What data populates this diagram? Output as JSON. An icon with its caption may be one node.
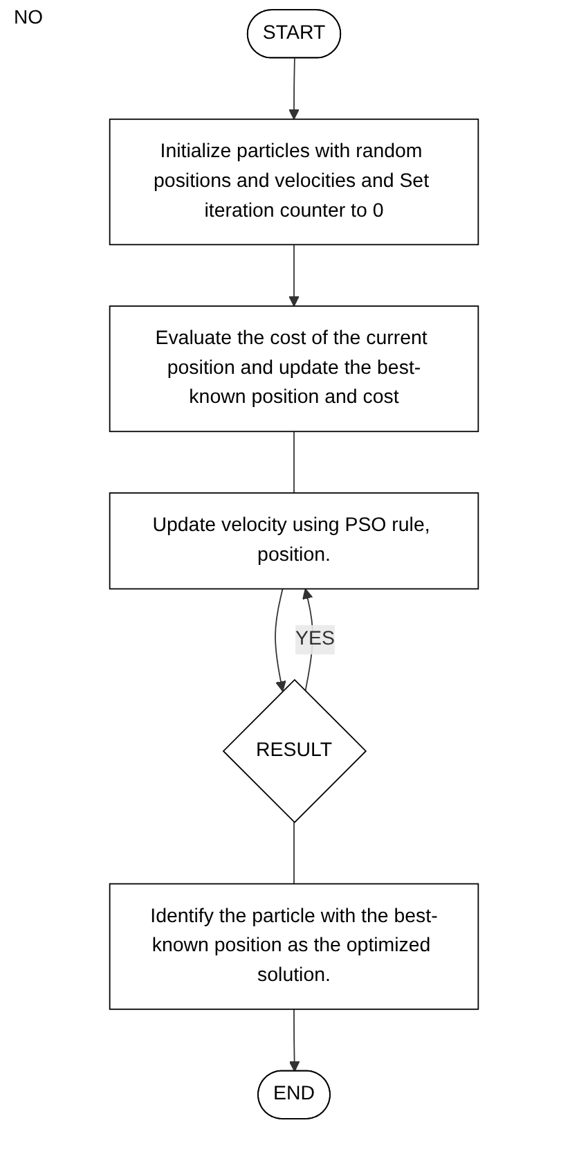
{
  "diagram": {
    "nodes": [
      {
        "text": [
          "START"
        ]
      },
      {
        "text": [
          "Initialize particles with random positions and velocities and Set iteration counter to 0"
        ]
      },
      {
        "text": [
          "Evaluate the cost of the current position and update the best-known position and cost"
        ]
      },
      {
        "text": [
          "Update velocity using PSO rule, position."
        ]
      },
      {
        "text": [
          "RESULT"
        ]
      },
      {
        "text": [
          "Identify the particle with the best-known position as the optimized solution."
        ]
      },
      {
        "text": [
          "END"
        ]
      }
    ],
    "edges": [
      {
        "from": 0,
        "to": 1,
        "arrow": "to"
      },
      {
        "from": 1,
        "to": 2,
        "arrow": "to"
      },
      {
        "from": 2,
        "to": 3,
        "arrow": "none"
      },
      {
        "from": 3,
        "to": 4,
        "arrow": "to"
      },
      {
        "from": 4,
        "to": 3,
        "arrow": "to",
        "label": "YES"
      },
      {
        "from": 4,
        "to": 5,
        "arrow": "none"
      },
      {
        "from": 5,
        "to": 6,
        "arrow": "to"
      }
    ],
    "labels": [
      "NO"
    ]
  }
}
